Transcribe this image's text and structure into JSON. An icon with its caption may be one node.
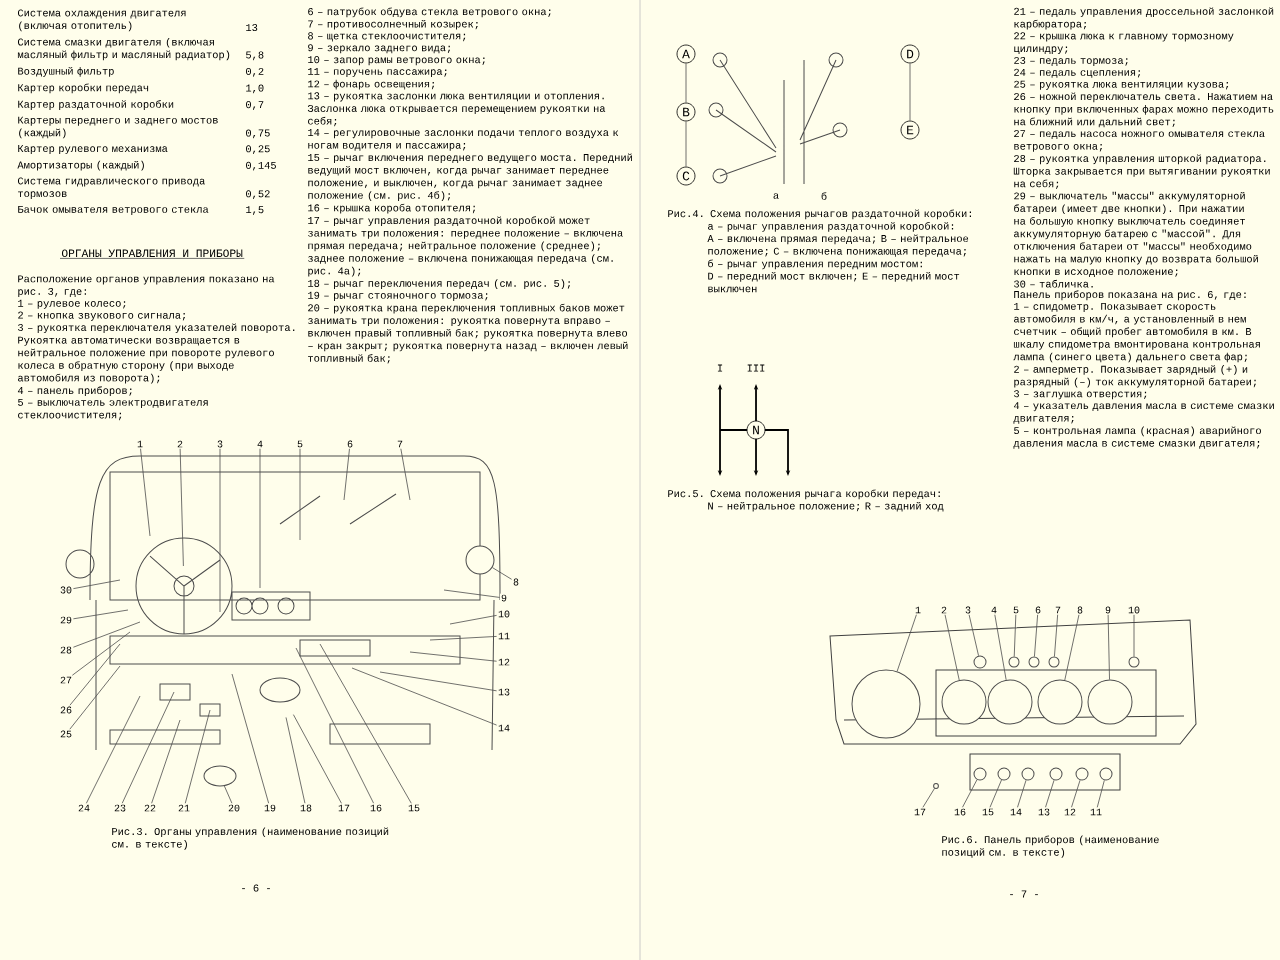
{
  "diagram": {
    "nodes": [
      {
        "text": [
          "1"
        ]
      },
      {
        "text": [
          "2"
        ]
      },
      {
        "text": [
          "3"
        ]
      },
      {
        "text": [
          "4"
        ]
      },
      {
        "text": [
          "5"
        ]
      },
      {
        "text": [
          "6"
        ]
      },
      {
        "text": [
          "7"
        ]
      },
      {
        "text": [
          "8"
        ]
      },
      {
        "text": [
          "9"
        ]
      },
      {
        "text": [
          "10"
        ]
      },
      {
        "text": [
          "11"
        ]
      },
      {
        "text": [
          "12"
        ]
      },
      {
        "text": [
          "13"
        ]
      },
      {
        "text": [
          "14"
        ]
      },
      {
        "text": [
          "15"
        ]
      },
      {
        "text": [
          "16"
        ]
      },
      {
        "text": [
          "17"
        ]
      },
      {
        "text": [
          "18"
        ]
      },
      {
        "text": [
          "19"
        ]
      },
      {
        "text": [
          "20"
        ]
      },
      {
        "text": [
          "21"
        ]
      },
      {
        "text": [
          "22"
        ]
      },
      {
        "text": [
          "23"
        ]
      },
      {
        "text": [
          "24"
        ]
      },
      {
        "text": [
          "25"
        ]
      },
      {
        "text": [
          "26"
        ]
      },
      {
        "text": [
          "27"
        ]
      },
      {
        "text": [
          "28"
        ]
      },
      {
        "text": [
          "29"
        ]
      },
      {
        "text": [
          "30"
        ]
      },
      {
        "text": [
          "A"
        ]
      },
      {
        "text": [
          "B"
        ]
      },
      {
        "text": [
          "C"
        ]
      },
      {
        "text": [
          "D"
        ]
      },
      {
        "text": [
          "E"
        ]
      },
      {
        "text": [
          "N"
        ]
      },
      {
        "text": [
          "1"
        ]
      },
      {
        "text": [
          "2"
        ]
      },
      {
        "text": [
          "3"
        ]
      },
      {
        "text": [
          "4"
        ]
      },
      {
        "text": [
          "5"
        ]
      },
      {
        "text": [
          "6"
        ]
      },
      {
        "text": [
          "7"
        ]
      },
      {
        "text": [
          "8"
        ]
      },
      {
        "text": [
          "9"
        ]
      },
      {
        "text": [
          "10"
        ]
      },
      {
        "text": [
          "11"
        ]
      },
      {
        "text": [
          "12"
        ]
      },
      {
        "text": [
          "13"
        ]
      },
      {
        "text": [
          "14"
        ]
      },
      {
        "text": [
          "15"
        ]
      },
      {
        "text": [
          "16"
        ]
      },
      {
        "text": [
          "17"
        ]
      },
      {
        "text": [],
        "shape": "circle"
      },
      {
        "text": [],
        "shape": "circle"
      },
      {
        "text": [],
        "shape": "circle"
      },
      {
        "text": [],
        "shape": "circle"
      },
      {
        "text": [],
        "shape": "circle"
      },
      {
        "text": [],
        "shape": "circle"
      },
      {
        "text": [],
        "shape": "circle"
      },
      {
        "text": [],
        "shape": "circle"
      },
      {
        "text": [],
        "shape": "circle"
      },
      {
        "text": [],
        "shape": "circle"
      },
      {
        "text": [],
        "shape": "circle"
      },
      {
        "text": [],
        "shape": "circle"
      },
      {
        "text": [],
        "shape": "circle"
      },
      {
        "text": [],
        "shape": "circle"
      },
      {
        "text": [],
        "shape": "circle"
      },
      {
        "text": [],
        "shape": "circle"
      },
      {
        "text": [],
        "shape": "circle"
      },
      {
        "text": [],
        "shape": "circle"
      },
      {
        "text": [],
        "shape": "ellipse"
      }
    ],
    "edges": [
      {
        "from": 0,
        "to": null,
        "arrow": "none"
      },
      {
        "from": 1,
        "to": null,
        "arrow": "none"
      },
      {
        "from": 2,
        "to": null,
        "arrow": "none"
      },
      {
        "from": 3,
        "to": null,
        "arrow": "none"
      },
      {
        "from": 4,
        "to": null,
        "arrow": "none"
      },
      {
        "from": 5,
        "to": null,
        "arrow": "none"
      },
      {
        "from": 6,
        "to": null,
        "arrow": "none"
      },
      {
        "from": 7,
        "to": 70,
        "arrow": "none"
      },
      {
        "from": 8,
        "to": null,
        "arrow": "none"
      },
      {
        "from": 9,
        "to": null,
        "arrow": "none"
      },
      {
        "from": 10,
        "to": null,
        "arrow": "none"
      },
      {
        "from": 11,
        "to": null,
        "arrow": "none"
      },
      {
        "from": 12,
        "to": null,
        "arrow": "none"
      },
      {
        "from": 13,
        "to": null,
        "arrow": "none"
      },
      {
        "from": 14,
        "to": null,
        "arrow": "none"
      },
      {
        "from": 15,
        "to": null,
        "arrow": "none"
      },
      {
        "from": 16,
        "to": null,
        "arrow": "none"
      },
      {
        "from": 17,
        "to": null,
        "arrow": "none"
      },
      {
        "from": 18,
        "to": null,
        "arrow": "none"
      },
      {
        "from": 19,
        "to": 71,
        "arrow": "none"
      },
      {
        "from": 20,
        "to": null,
        "arrow": "none"
      },
      {
        "from": 21,
        "to": null,
        "arrow": "none"
      },
      {
        "from": 22,
        "to": null,
        "arrow": "none"
      },
      {
        "from": 23,
        "to": null,
        "arrow": "none"
      },
      {
        "from": 24,
        "to": null,
        "arrow": "none"
      },
      {
        "from": 25,
        "to": null,
        "arrow": "none"
      },
      {
        "from": 26,
        "to": null,
        "arrow": "none"
      },
      {
        "from": 27,
        "to": null,
        "arrow": "none"
      },
      {
        "from": 28,
        "to": null,
        "arrow": "none"
      },
      {
        "from": 29,
        "to": null,
        "arrow": "none"
      },
      {
        "from": 30,
        "to": 31,
        "arrow": "none"
      },
      {
        "from": 31,
        "to": 32,
        "arrow": "none"
      },
      {
        "from": 33,
        "to": 34,
        "arrow": "none"
      },
      {
        "from": 36,
        "to": 53,
        "arrow": "none"
      },
      {
        "from": 37,
        "to": 54,
        "arrow": "none"
      },
      {
        "from": 38,
        "to": 55,
        "arrow": "none"
      },
      {
        "from": 39,
        "to": 56,
        "arrow": "none"
      },
      {
        "from": 40,
        "to": 57,
        "arrow": "none"
      },
      {
        "from": 41,
        "to": 58,
        "arrow": "none"
      },
      {
        "from": 42,
        "to": 59,
        "arrow": "none"
      },
      {
        "from": 43,
        "to": 60,
        "arrow": "none"
      },
      {
        "from": 44,
        "to": 61,
        "arrow": "none"
      },
      {
        "from": 45,
        "to": 62,
        "arrow": "none"
      },
      {
        "from": 46,
        "to": 63,
        "arrow": "none"
      },
      {
        "from": 47,
        "to": 64,
        "arrow": "none"
      },
      {
        "from": 48,
        "to": 65,
        "arrow": "none"
      },
      {
        "from": 49,
        "to": 66,
        "arrow": "none"
      },
      {
        "from": 50,
        "to": 67,
        "arrow": "none"
      },
      {
        "from": 51,
        "to": 68,
        "arrow": "none"
      },
      {
        "from": 52,
        "to": 69,
        "arrow": "none"
      }
    ],
    "labels": [
      "Система охлаждения двигателя (включая отопитель)",
      "13",
      "Система смазки двигателя (включая масляный фильтр и масляный радиатор)",
      "5,8",
      "Воздушный фильтр",
      "0,2",
      "Картер коробки передач",
      "1,0",
      "Картер раздаточной коробки",
      "0,7",
      "Картеры переднего и заднего мостов (каждый)",
      "0,75",
      "Картер рулевого механизма",
      "0,25",
      "Амортизаторы (каждый)",
      "0,145",
      "Система гидравлического привода тормозов",
      "0,52",
      "Бачок омывателя ветрового стекла",
      "1,5",
      "ОРГАНЫ УПРАВЛЕНИЯ И ПРИБОРЫ",
      "Расположение органов управления показано на рис. 3, где:",
      "1 – рулевое колесо;",
      "2 – кнопка звукового сигнала;",
      "3 – рукоятка переключателя указателей поворота. Рукоятка автоматически возвращается в нейтральное положение при повороте рулевого колеса в обратную сторону (при выходе автомобиля из поворота);",
      "4 – панель приборов;",
      "5 – выключатель электродвигателя стеклоочистителя;",
      "6 – патрубок обдува стекла ветрового окна;",
      "7 – противосолнечный козырек;",
      "8 – щетка стеклоочистителя;",
      "9 – зеркало заднего вида;",
      "10 – запор рамы ветрового окна;",
      "11 – поручень пассажира;",
      "12 – фонарь освещения;",
      "13 – рукоятка заслонки люка вентиляции и отопления. Заслонка люка открывается перемещением рукоятки на себя;",
      "14 – регулировочные заслонки подачи теплого воздуха к ногам водителя и пассажира;",
      "15 – рычаг включения переднего ведущего моста. Передний ведущий мост включен, когда рычаг занимает переднее положение, и выключен, когда рычаг занимает заднее положение (см. рис. 4б);",
      "16 – крышка короба отопителя;",
      "17 – рычаг управления раздаточной коробкой может занимать три положения: переднее положение – включена прямая передача; нейтральное положение (среднее); заднее положение – включена понижающая передача (см. рис. 4а);",
      "18 – рычаг переключения передач (см. рис. 5);",
      "19 – рычаг стояночного тормоза;",
      "20 – рукоятка крана переключения топливных баков может занимать три положения: рукоятка повернута вправо – включен правый топливный бак; рукоятка повернута влево – кран закрыт; рукоятка повернута назад – включен левый топливный бак;",
      "21 – педаль управления дроссельной заслонкой карбюратора;",
      "22 – крышка люка к главному тормозному цилиндру;",
      "23 – педаль тормоза;",
      "24 – педаль сцепления;",
      "25 – рукоятка люка вентиляции кузова;",
      "26 – ножной переключатель света. Нажатием на кнопку при включенных фарах можно переходить на ближний или дальний свет;",
      "27 – педаль насоса ножного омывателя стекла ветрового окна;",
      "28 – рукоятка управления шторкой радиатора. Шторка закрывается при вытягивании рукоятки на себя;",
      "29 – выключатель \"массы\" аккумуляторной батареи (имеет две кнопки). При нажатии на большую кнопку выключатель соединяет аккумуляторную батарею с \"массой\". Для отключения батареи от \"массы\" необходимо нажать на малую кнопку до возврата большой кнопки в исходное положение;",
      "30 – табличка.",
      "Панель приборов показана на рис. 6, где:",
      "1 – спидометр. Показывает скорость автомобиля в км/ч, а установленный в нем счетчик – общий пробег автомобиля в км. В шкалу спидометра вмонтирована контрольная лампа (синего цвета) дальнего света фар;",
      "2 – амперметр. Показывает зарядный (+) и разрядный (–) ток аккумуляторной батареи;",
      "3 – заглушка отверстия;",
      "4 – указатель давления масла в системе смазки двигателя;",
      "5 – контрольная лампа (красная) аварийного давления масла в системе смазки двигателя;",
      "Рис.3. Органы управления (наименование позиций см. в тексте)",
      "Рис.4. Схема положения рычагов раздаточной коробки:",
      "а – рычаг управления раздаточной коробкой:",
      "A – включена прямая передача; B – нейтральное положение; C – включена понижающая передача;",
      "б – рычаг управления передним мостом:",
      "D – передний мост включен; E – передний мост выключен",
      "а",
      "б",
      "I",
      "III",
      "Рис.5. Схема положения рычага коробки передач:",
      "N – нейтральное положение; R – задний ход",
      "Рис.6. Панель приборов (наименование позиций см. в тексте)",
      "- 6 -",
      "- 7 -"
    ]
  }
}
